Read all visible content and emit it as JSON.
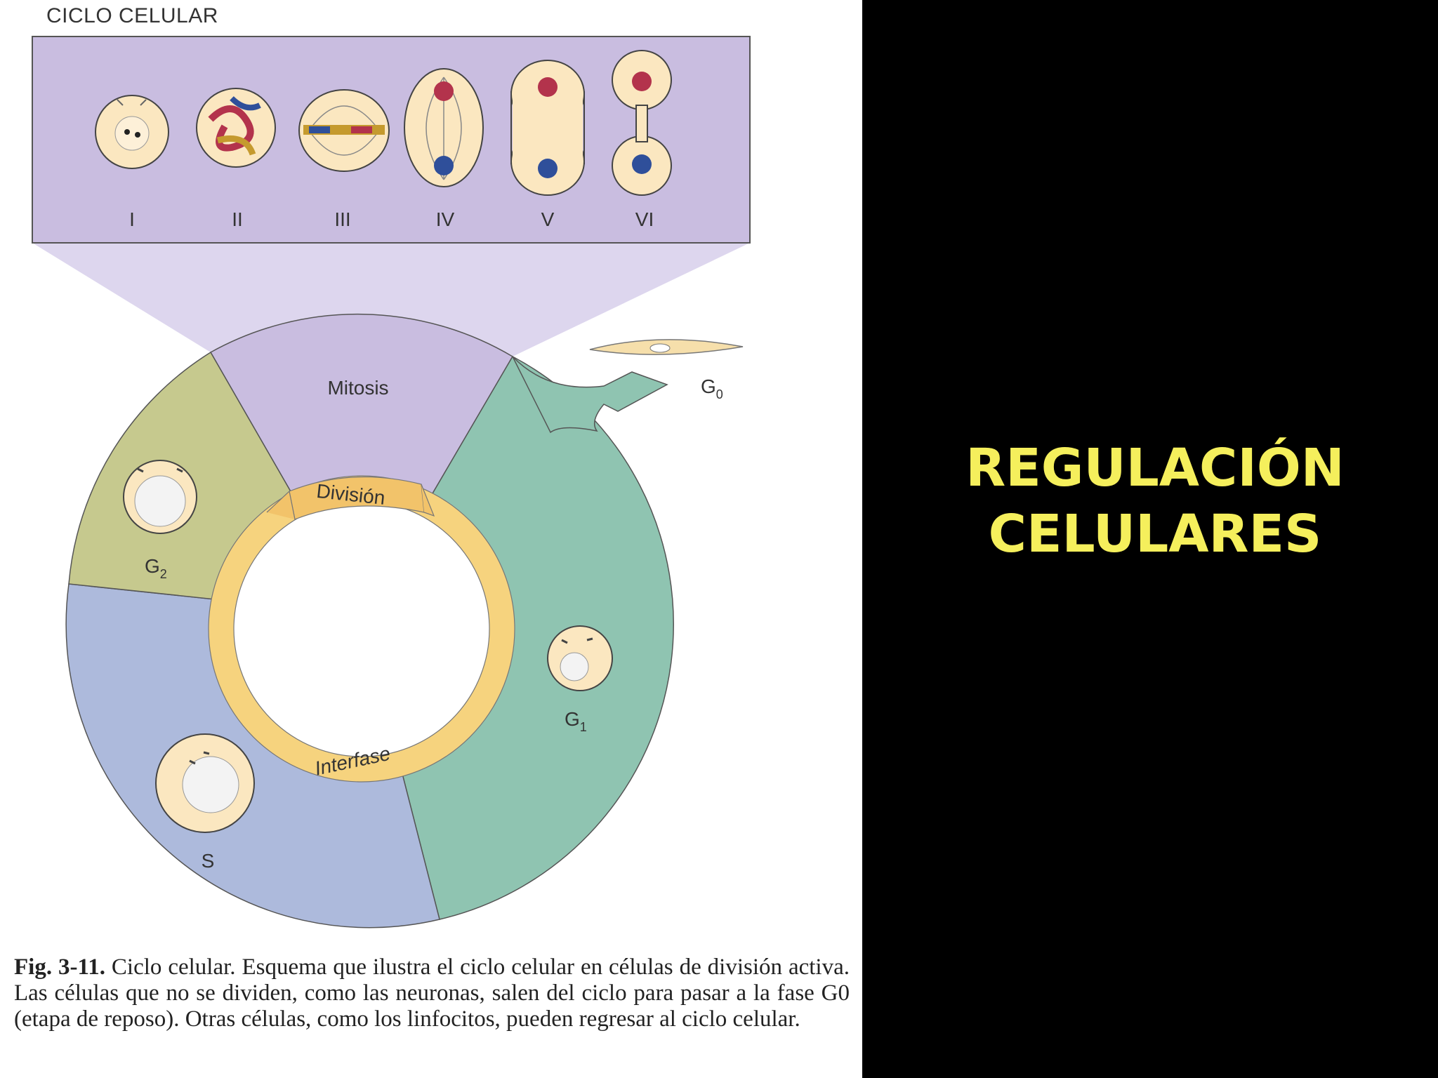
{
  "figure": {
    "title": "CICLO CELULAR",
    "stage_labels": [
      "I",
      "II",
      "III",
      "IV",
      "V",
      "VI"
    ],
    "phases": {
      "mitosis": "Mitosis",
      "g0": "G",
      "g0_sub": "0",
      "g1": "G",
      "g1_sub": "1",
      "g2": "G",
      "g2_sub": "2",
      "s": "S"
    },
    "inner_ring": {
      "division": "División",
      "interfase": "Interfase"
    },
    "colors": {
      "mitosis": "#c9bde0",
      "g2": "#c6c98e",
      "s": "#adbadc",
      "g1": "#8fc4b1",
      "ring": "#f6d37e",
      "cell": "#fbe7c0"
    }
  },
  "caption": {
    "label": "Fig. 3-11.",
    "text": " Ciclo celular. Esquema que ilustra el ciclo celular en células de división activa. Las células que no se dividen, como las neuronas, salen del ciclo para pasar a la fase G0 (etapa de reposo). Otras células, como los linfocitos, pueden regresar al ciclo celular."
  },
  "slide": {
    "title_line1": "REGULACIÓN",
    "title_line2": "CELULARES"
  }
}
